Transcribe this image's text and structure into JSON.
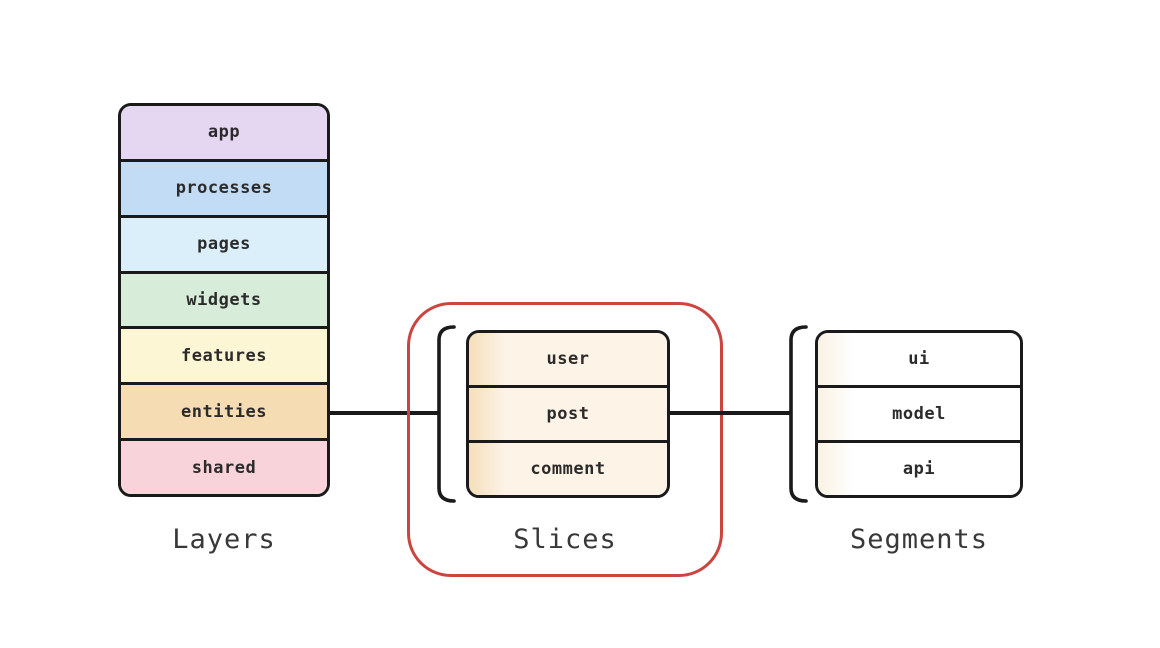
{
  "diagram": {
    "colors": {
      "ink": "#1a1a1a",
      "highlight": "#cb4540",
      "slice_row": "#fdf3e7",
      "slice_strip": "#f5dfba",
      "segment_row": "#ffffff",
      "segment_strip": "#faf2e3"
    },
    "groups": {
      "layers": {
        "label": "Layers",
        "items": [
          {
            "label": "app",
            "color": "#e5d7f2"
          },
          {
            "label": "processes",
            "color": "#c2dcf6"
          },
          {
            "label": "pages",
            "color": "#dbeffb"
          },
          {
            "label": "widgets",
            "color": "#d7edda"
          },
          {
            "label": "features",
            "color": "#fdf6d4"
          },
          {
            "label": "entities",
            "color": "#f6dcb3"
          },
          {
            "label": "shared",
            "color": "#f8d3da"
          }
        ]
      },
      "slices": {
        "label": "Slices",
        "items": [
          {
            "label": "user"
          },
          {
            "label": "post"
          },
          {
            "label": "comment"
          }
        ]
      },
      "segments": {
        "label": "Segments",
        "items": [
          {
            "label": "ui"
          },
          {
            "label": "model"
          },
          {
            "label": "api"
          }
        ]
      }
    }
  }
}
